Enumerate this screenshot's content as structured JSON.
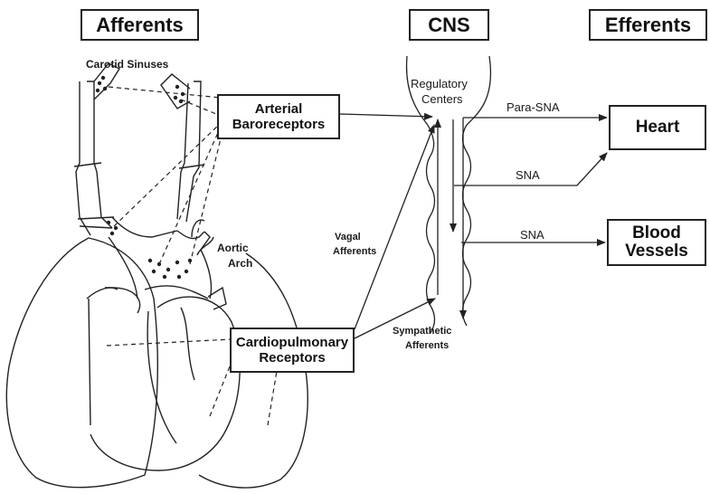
{
  "headers": {
    "afferents": "Afferents",
    "cns": "CNS",
    "efferents": "Efferents"
  },
  "labels": {
    "carotid_sinuses": "Carotid Sinuses",
    "regulatory": "Regulatory",
    "centers": "Centers",
    "para_sna": "Para-SNA",
    "sna_heart": "SNA",
    "sna_vessels": "SNA",
    "vagal_1": "Vagal",
    "vagal_2": "Afferents",
    "aortic_1": "Aortic",
    "aortic_2": "Arch",
    "sympathetic_1": "Sympathetic",
    "sympathetic_2": "Afferents"
  },
  "boxes": {
    "arterial_1": "Arterial",
    "arterial_2": "Baroreceptors",
    "cardio_1": "Cardiopulmonary",
    "cardio_2": "Receptors",
    "heart": "Heart",
    "blood_1": "Blood",
    "blood_2": "Vessels"
  }
}
